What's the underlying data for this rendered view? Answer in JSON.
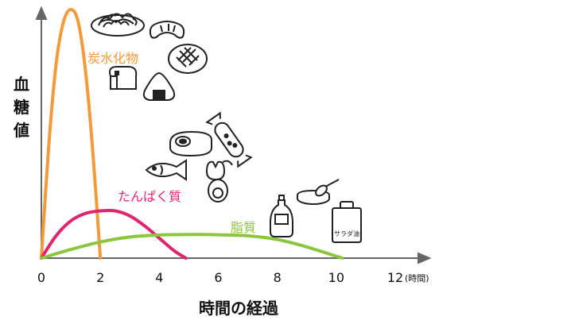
{
  "chart_data": {
    "type": "line",
    "title": "",
    "ylabel": "血糖値",
    "xlabel": "時間の経過",
    "x_unit": "(時間)",
    "xlim": [
      0,
      12
    ],
    "xticks": [
      "0",
      "2",
      "4",
      "6",
      "8",
      "10",
      "12"
    ],
    "grid": false,
    "series": [
      {
        "name": "炭水化物",
        "color": "#f39a3a",
        "x": [
          0,
          0.25,
          0.5,
          0.75,
          1.0,
          1.25,
          1.5,
          1.75,
          2.0
        ],
        "y": [
          0,
          0.45,
          0.78,
          0.95,
          1.0,
          0.95,
          0.75,
          0.42,
          0
        ]
      },
      {
        "name": "たんぱく質",
        "color": "#e0256f",
        "x": [
          0,
          0.5,
          1.0,
          1.5,
          2.0,
          2.5,
          3.0,
          3.5,
          4.0,
          4.5,
          4.9
        ],
        "y": [
          0,
          0.09,
          0.15,
          0.18,
          0.19,
          0.19,
          0.17,
          0.13,
          0.08,
          0.03,
          0
        ]
      },
      {
        "name": "脂質",
        "color": "#8cc63f",
        "x": [
          0,
          1,
          2,
          3,
          4,
          5,
          6,
          7,
          8,
          9,
          10.2
        ],
        "y": [
          0,
          0.035,
          0.065,
          0.085,
          0.093,
          0.095,
          0.094,
          0.09,
          0.075,
          0.045,
          0
        ]
      }
    ]
  },
  "icons": {
    "carbohydrate": [
      "pasta-icon",
      "croissant-icon",
      "melon-bread-icon",
      "toast-bread-icon",
      "onigiri-icon"
    ],
    "protein": [
      "meat-icon",
      "fish-sausage-icon",
      "fish-icon",
      "egg-icon",
      "boiled-egg-icon"
    ],
    "fat": [
      "mayonnaise-icon",
      "butter-can-icon",
      "salad-oil-bottle-icon"
    ],
    "salad_oil_text": "サラダ油"
  }
}
